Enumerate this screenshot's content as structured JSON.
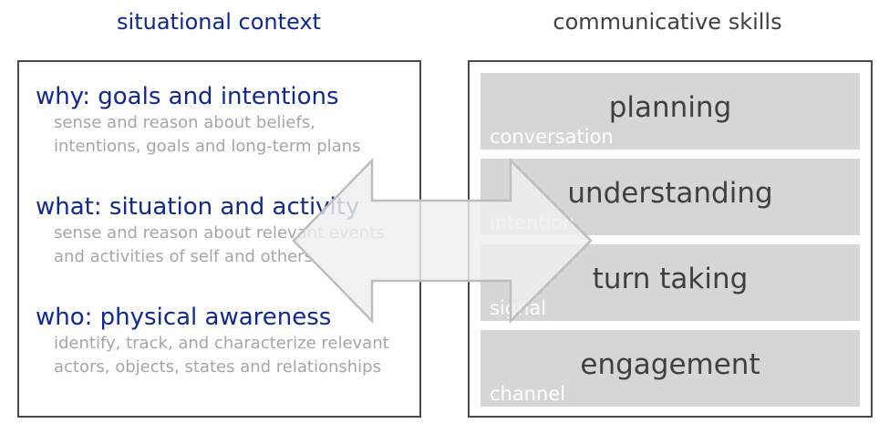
{
  "situational_context": {
    "heading": "situational context",
    "items": [
      {
        "title": "why: goals and intentions",
        "desc_lines": [
          "sense and reason about beliefs,",
          "intentions, goals and long-term plans"
        ]
      },
      {
        "title": "what: situation and activity",
        "desc_lines": [
          "sense and reason about relevant events",
          "and activities of self and others"
        ]
      },
      {
        "title": "who: physical awareness",
        "desc_lines": [
          "identify, track, and characterize relevant",
          "actors, objects, states and relationships"
        ]
      }
    ]
  },
  "communicative_skills": {
    "heading": "communicative skills",
    "layers": [
      {
        "skill": "planning",
        "level": "conversation"
      },
      {
        "skill": "understanding",
        "level": "intention"
      },
      {
        "skill": "turn taking",
        "level": "signal"
      },
      {
        "skill": "engagement",
        "level": "channel"
      }
    ]
  },
  "colors": {
    "context_title": "#10298f",
    "skills_heading": "#404040",
    "layer_fill": "#d6d6d6",
    "arrow_fill": "#efefef",
    "arrow_stroke": "#bdbdbd"
  }
}
